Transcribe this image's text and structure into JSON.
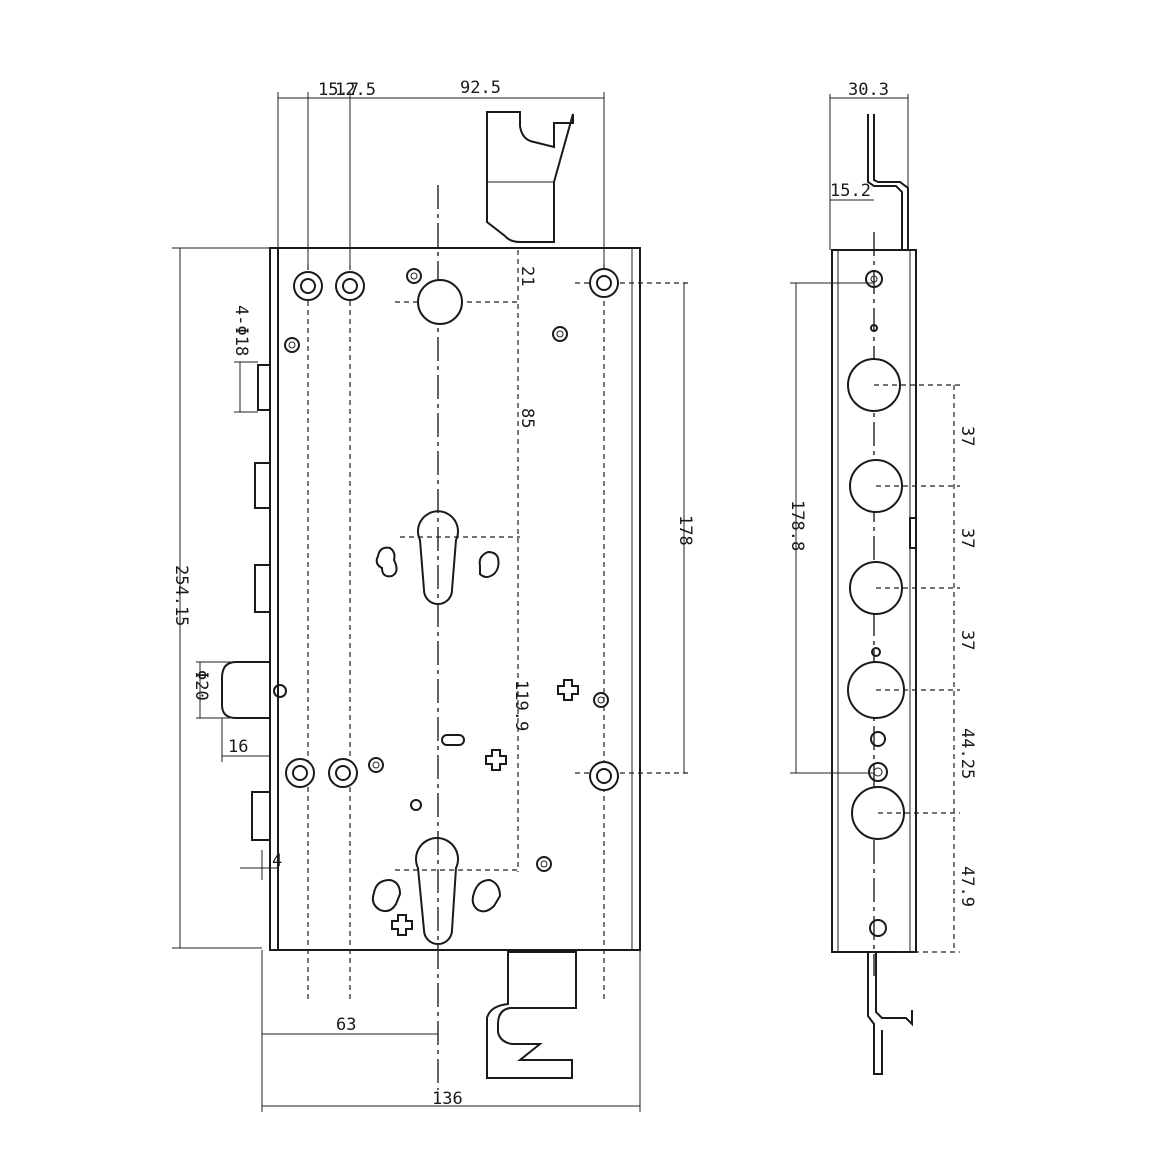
{
  "front_view": {
    "dims": {
      "top_small_a": "15.7",
      "top_small_b": "12.5",
      "top_width": "92.5",
      "hole_spec": "4-Φ18",
      "overall_height": "254.15",
      "offset_21": "21",
      "spacing_85": "85",
      "spacing_178": "178",
      "spacing_119_9": "119.9",
      "diameter_20": "Φ20",
      "offset_16": "16",
      "offset_4": "4",
      "backset_63": "63",
      "overall_width": "136"
    }
  },
  "side_view": {
    "dims": {
      "thickness": "30.3",
      "offset_15_2": "15.2",
      "spacing_178_8": "178.8",
      "pitch_1": "37",
      "pitch_2": "37",
      "pitch_3": "37",
      "pitch_4": "44.25",
      "pitch_5": "47.9"
    }
  }
}
